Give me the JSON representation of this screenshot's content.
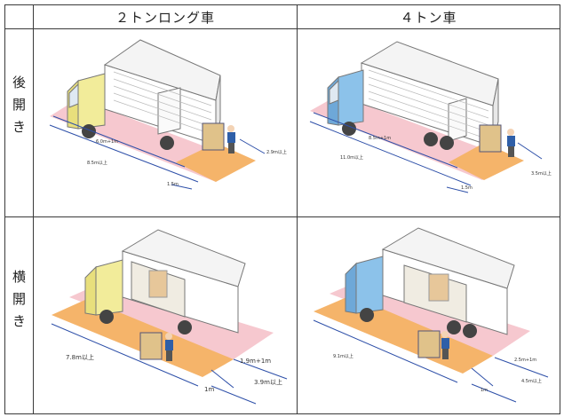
{
  "header": {
    "left": "２トンロング車",
    "right": "４トン車"
  },
  "rows": [
    {
      "label": [
        "後",
        "開",
        "き"
      ]
    },
    {
      "label": [
        "横",
        "開",
        "き"
      ]
    }
  ],
  "panels": {
    "rear_2t": {
      "d1": "6.0m+1m",
      "d2": "8.5m以上",
      "d3": "1.5m",
      "d4": "2.9m以上"
    },
    "rear_4t": {
      "d1": "8.5m+1m",
      "d2": "11.0m以上",
      "d3": "1.5m",
      "d4": "3.5m以上"
    },
    "side_2t": {
      "d1": "7.8m以上",
      "d2": "1.9m+1m",
      "d3": "1m",
      "d4": "3.9m以上"
    },
    "side_4t": {
      "d1": "9.1m以上",
      "d2": "2.5m+1m",
      "d3": "1m",
      "d4": "4.5m以上"
    }
  },
  "colors": {
    "pink_zone": "#f6c8cf",
    "orange_zone": "#f5b46a",
    "truck_2t_cab": "#f2ec9a",
    "truck_4t_cab": "#8cc2ea",
    "dim_line": "#2d4fa8"
  }
}
